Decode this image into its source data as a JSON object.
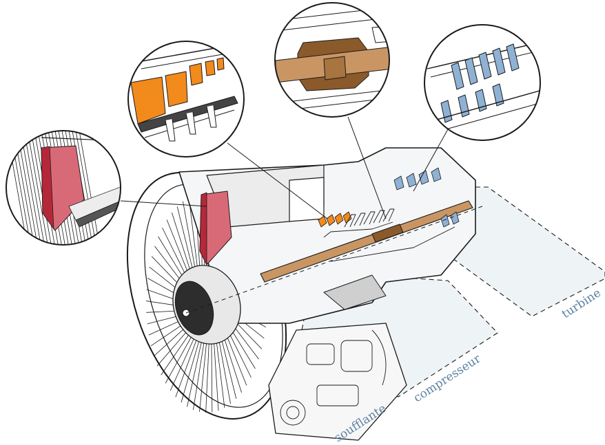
{
  "labels": {
    "fan": "soufflante",
    "compressor": "compresseur",
    "turbine": "turbine"
  },
  "colors": {
    "label_text": "#5d82a3",
    "section_fill": "#eef3f6",
    "fan_blade": "#d86a78",
    "fan_blade_dark": "#b5283a",
    "compressor_blade": "#f28a1c",
    "shaft": "#c99663",
    "shaft_dark": "#8b5a2b",
    "turbine_blade": "#8fb2d4",
    "line": "#1a1a1a",
    "spinner": "#2d2d2d"
  },
  "icons": {
    "fan_detail": "fan-blade-magnifier",
    "compressor_detail": "compressor-blade-magnifier",
    "shaft_detail": "shaft-magnifier",
    "turbine_detail": "turbine-blade-magnifier"
  }
}
